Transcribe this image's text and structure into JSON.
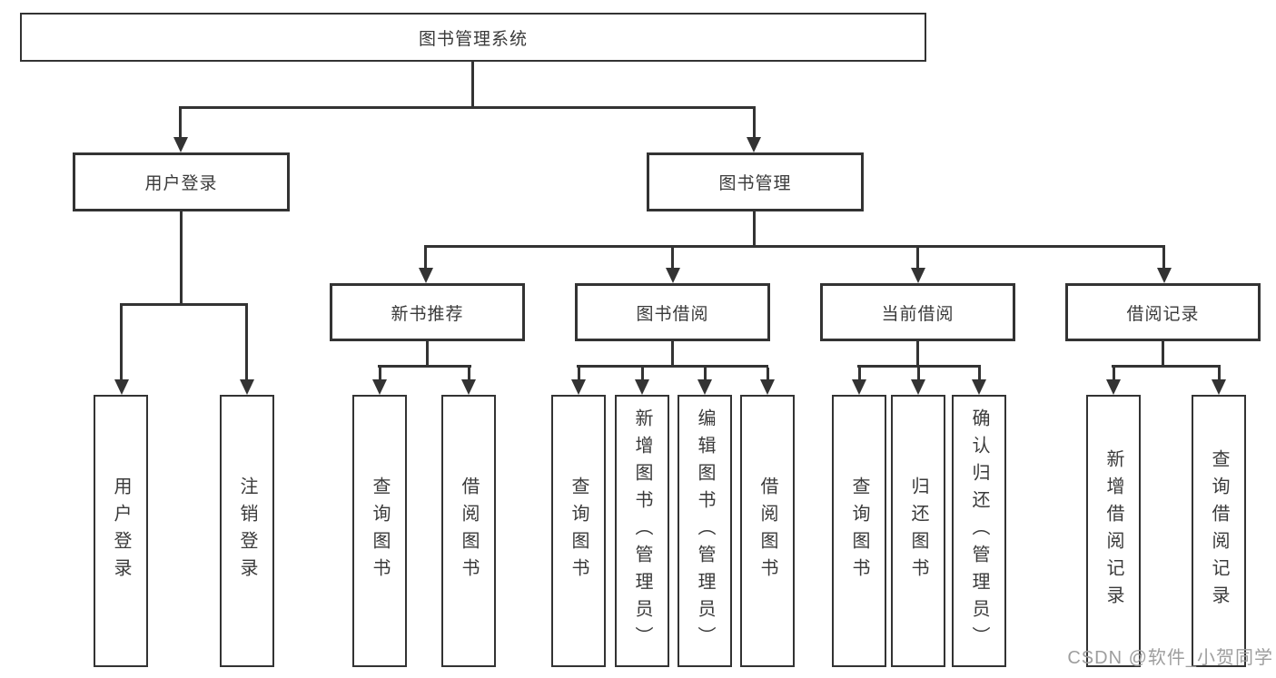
{
  "nodes": {
    "root": "图书管理系统",
    "user_login": "用户登录",
    "book_mgmt": "图书管理",
    "new_book_rec": "新书推荐",
    "book_borrow": "图书借阅",
    "current_borrow": "当前借阅",
    "borrow_records": "借阅记录",
    "leaf_user_login": "用户登录",
    "leaf_logout": "注销登录",
    "leaf_query_book_a": "查询图书",
    "leaf_borrow_book_a": "借阅图书",
    "leaf_query_book_b": "查询图书",
    "leaf_add_book": "新增图书（管理员）",
    "leaf_edit_book": "编辑图书（管理员）",
    "leaf_borrow_book_b": "借阅图书",
    "leaf_query_book_c": "查询图书",
    "leaf_return_book": "归还图书",
    "leaf_confirm_return": "确认归还（管理员）",
    "leaf_add_record": "新增借阅记录",
    "leaf_query_record": "查询借阅记录"
  },
  "watermark": "CSDN @软件_小贺同学",
  "colors": {
    "background": "#ffffff",
    "box_background": "#ffffff",
    "line": "#333333",
    "text": "#3a3a3a",
    "watermark": "#9e9e9e"
  }
}
